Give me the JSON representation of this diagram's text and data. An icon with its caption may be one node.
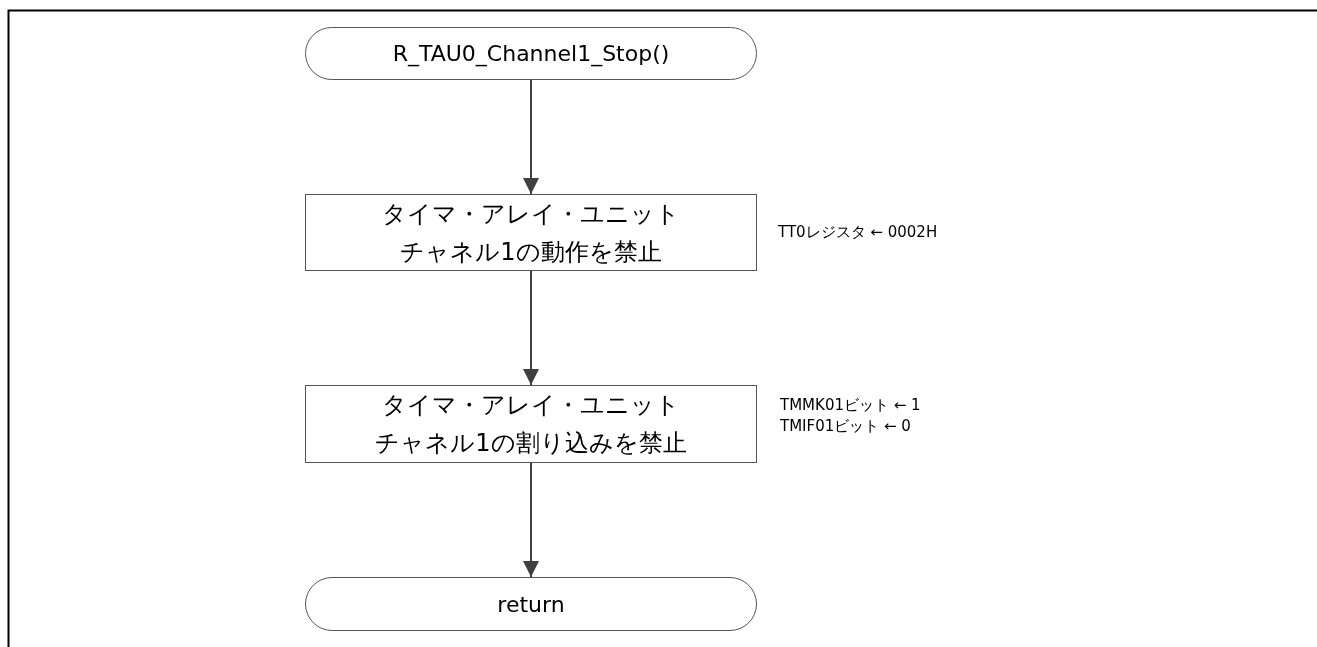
{
  "diagram": {
    "nodes": [
      {
        "text": [
          "R_TAU0_Channel1_Stop()"
        ]
      },
      {
        "text": [
          "タイマ・アレイ・ユニットチャネル1の動作を禁止"
        ],
        "beside": [
          "TT0レジスタ ← 0002H"
        ]
      },
      {
        "text": [
          "タイマ・アレイ・ユニットチャネル1の割り込みを禁止"
        ],
        "beside": [
          "TMMK01ビット ← 1",
          "TMIF01ビット ← 0"
        ]
      },
      {
        "text": [
          "return"
        ]
      }
    ],
    "edges": [
      {
        "from": 0,
        "to": 1,
        "arrow": "to"
      },
      {
        "from": 1,
        "to": 2,
        "arrow": "to"
      },
      {
        "from": 2,
        "to": 3,
        "arrow": "to"
      }
    ]
  }
}
